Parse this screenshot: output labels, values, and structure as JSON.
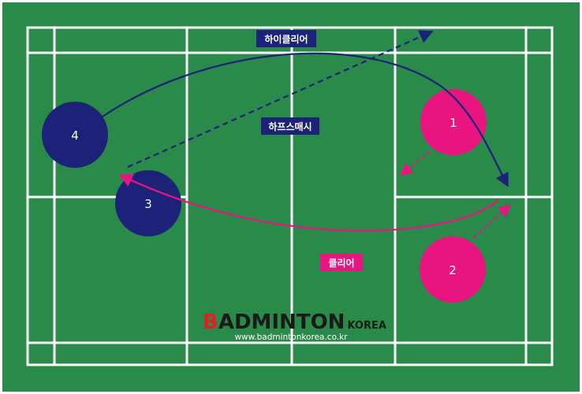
{
  "colors": {
    "court_outer": "#2a8a4a",
    "court_inner": "#2b8550",
    "line": "#ffffff",
    "navy": "#1c2277",
    "pink": "#e8147f",
    "brand_red": "#e31e24",
    "brand_dark": "#1a1a1a"
  },
  "players": [
    {
      "label": "1",
      "team": "pink"
    },
    {
      "label": "2",
      "team": "pink"
    },
    {
      "label": "3",
      "team": "navy"
    },
    {
      "label": "4",
      "team": "navy"
    }
  ],
  "shots": {
    "high_clear": "하이클리어",
    "half_smash": "하프스매시",
    "clear": "클리어"
  },
  "brand": {
    "initial": "B",
    "rest": "ADMINTON",
    "suffix": "KOREA",
    "url": "www.badmintonkorea.co.kr"
  }
}
